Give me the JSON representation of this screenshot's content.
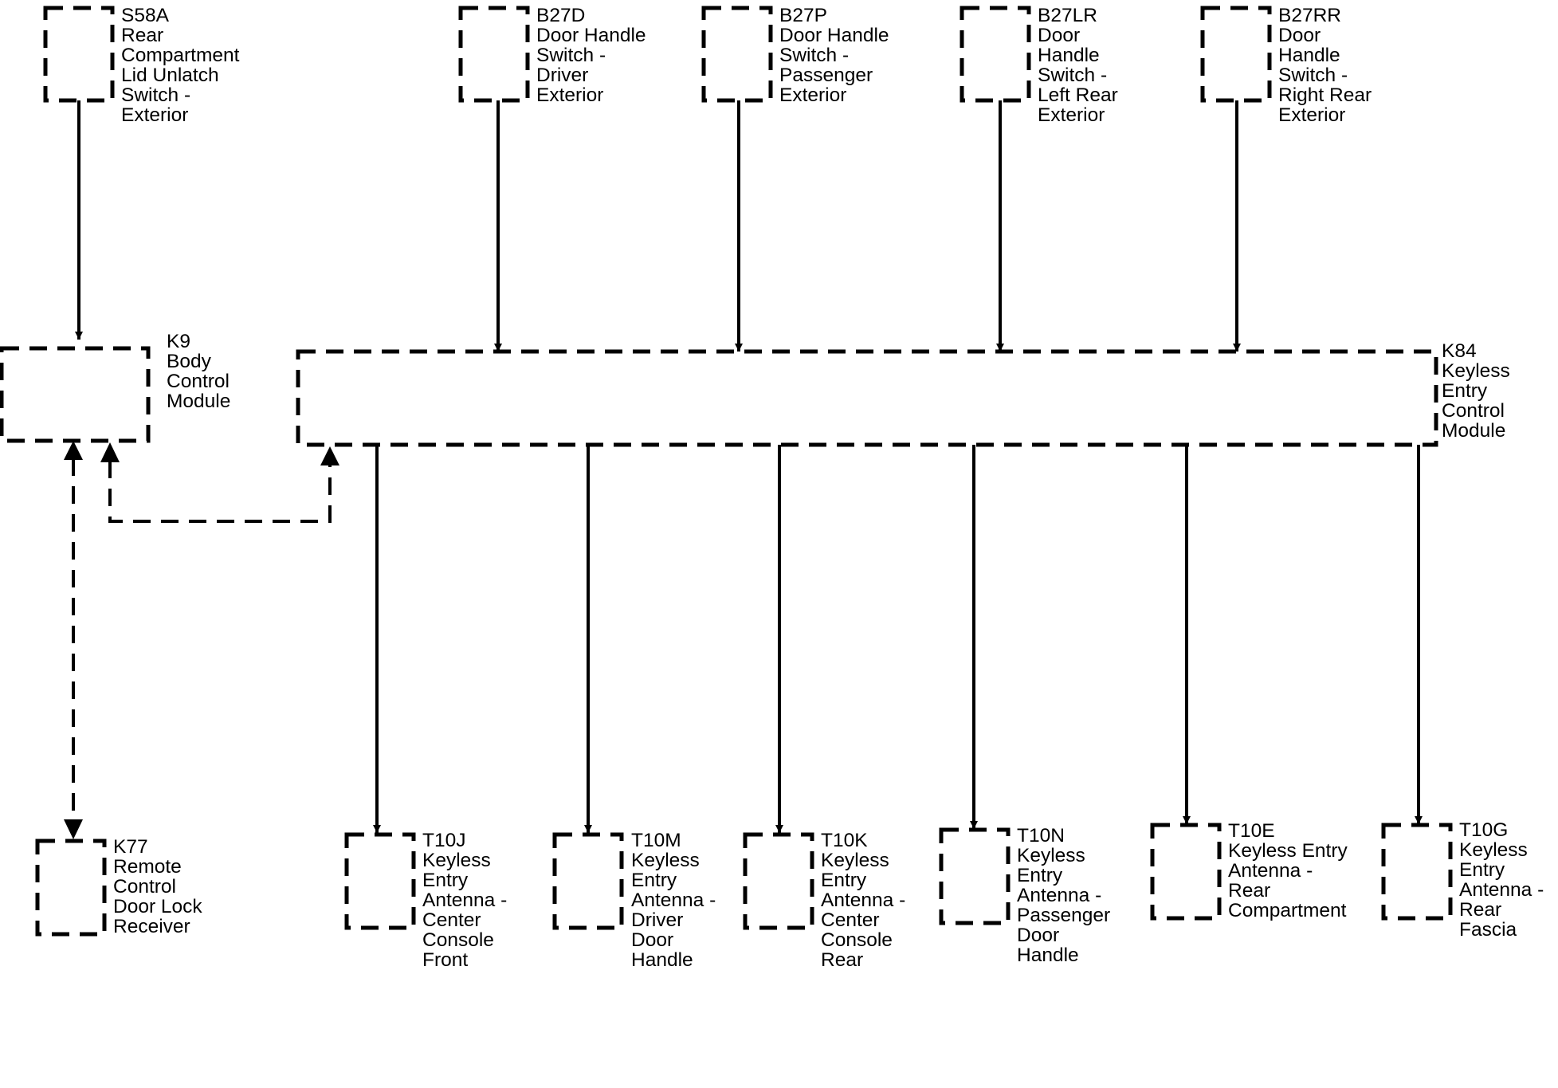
{
  "modules": {
    "s58a": {
      "id": "S58A",
      "lines": [
        "Rear",
        "Compartment",
        "Lid Unlatch",
        "Switch -",
        "Exterior"
      ]
    },
    "b27d": {
      "id": "B27D",
      "lines": [
        "Door Handle",
        "Switch -",
        "Driver",
        "Exterior"
      ]
    },
    "b27p": {
      "id": "B27P",
      "lines": [
        "Door Handle",
        "Switch -",
        "Passenger",
        "Exterior"
      ]
    },
    "b27lr": {
      "id": "B27LR",
      "lines": [
        "Door",
        "Handle",
        "Switch -",
        "Left Rear",
        "Exterior"
      ]
    },
    "b27rr": {
      "id": "B27RR",
      "lines": [
        "Door",
        "Handle",
        "Switch -",
        "Right Rear",
        "Exterior"
      ]
    },
    "k9": {
      "id": "K9",
      "lines": [
        "Body",
        "Control",
        "Module"
      ]
    },
    "k84": {
      "id": "K84",
      "lines": [
        "Keyless",
        "Entry",
        "Control",
        "Module"
      ]
    },
    "k77": {
      "id": "K77",
      "lines": [
        "Remote",
        "Control",
        "Door Lock",
        "Receiver"
      ]
    },
    "t10j": {
      "id": "T10J",
      "lines": [
        "Keyless",
        "Entry",
        "Antenna -",
        "Center",
        "Console",
        "Front"
      ]
    },
    "t10m": {
      "id": "T10M",
      "lines": [
        "Keyless",
        "Entry",
        "Antenna -",
        "Driver",
        "Door",
        "Handle"
      ]
    },
    "t10k": {
      "id": "T10K",
      "lines": [
        "Keyless",
        "Entry",
        "Antenna -",
        "Center",
        "Console",
        "Rear"
      ]
    },
    "t10n": {
      "id": "T10N",
      "lines": [
        "Keyless",
        "Entry",
        "Antenna -",
        "Passenger",
        "Door",
        "Handle"
      ]
    },
    "t10e": {
      "id": "T10E",
      "lines": [
        "Keyless Entry",
        "Antenna -",
        "Rear",
        "Compartment"
      ]
    },
    "t10g": {
      "id": "T10G",
      "lines": [
        "Keyless",
        "Entry",
        "Antenna -",
        "Rear",
        "Fascia"
      ]
    }
  }
}
